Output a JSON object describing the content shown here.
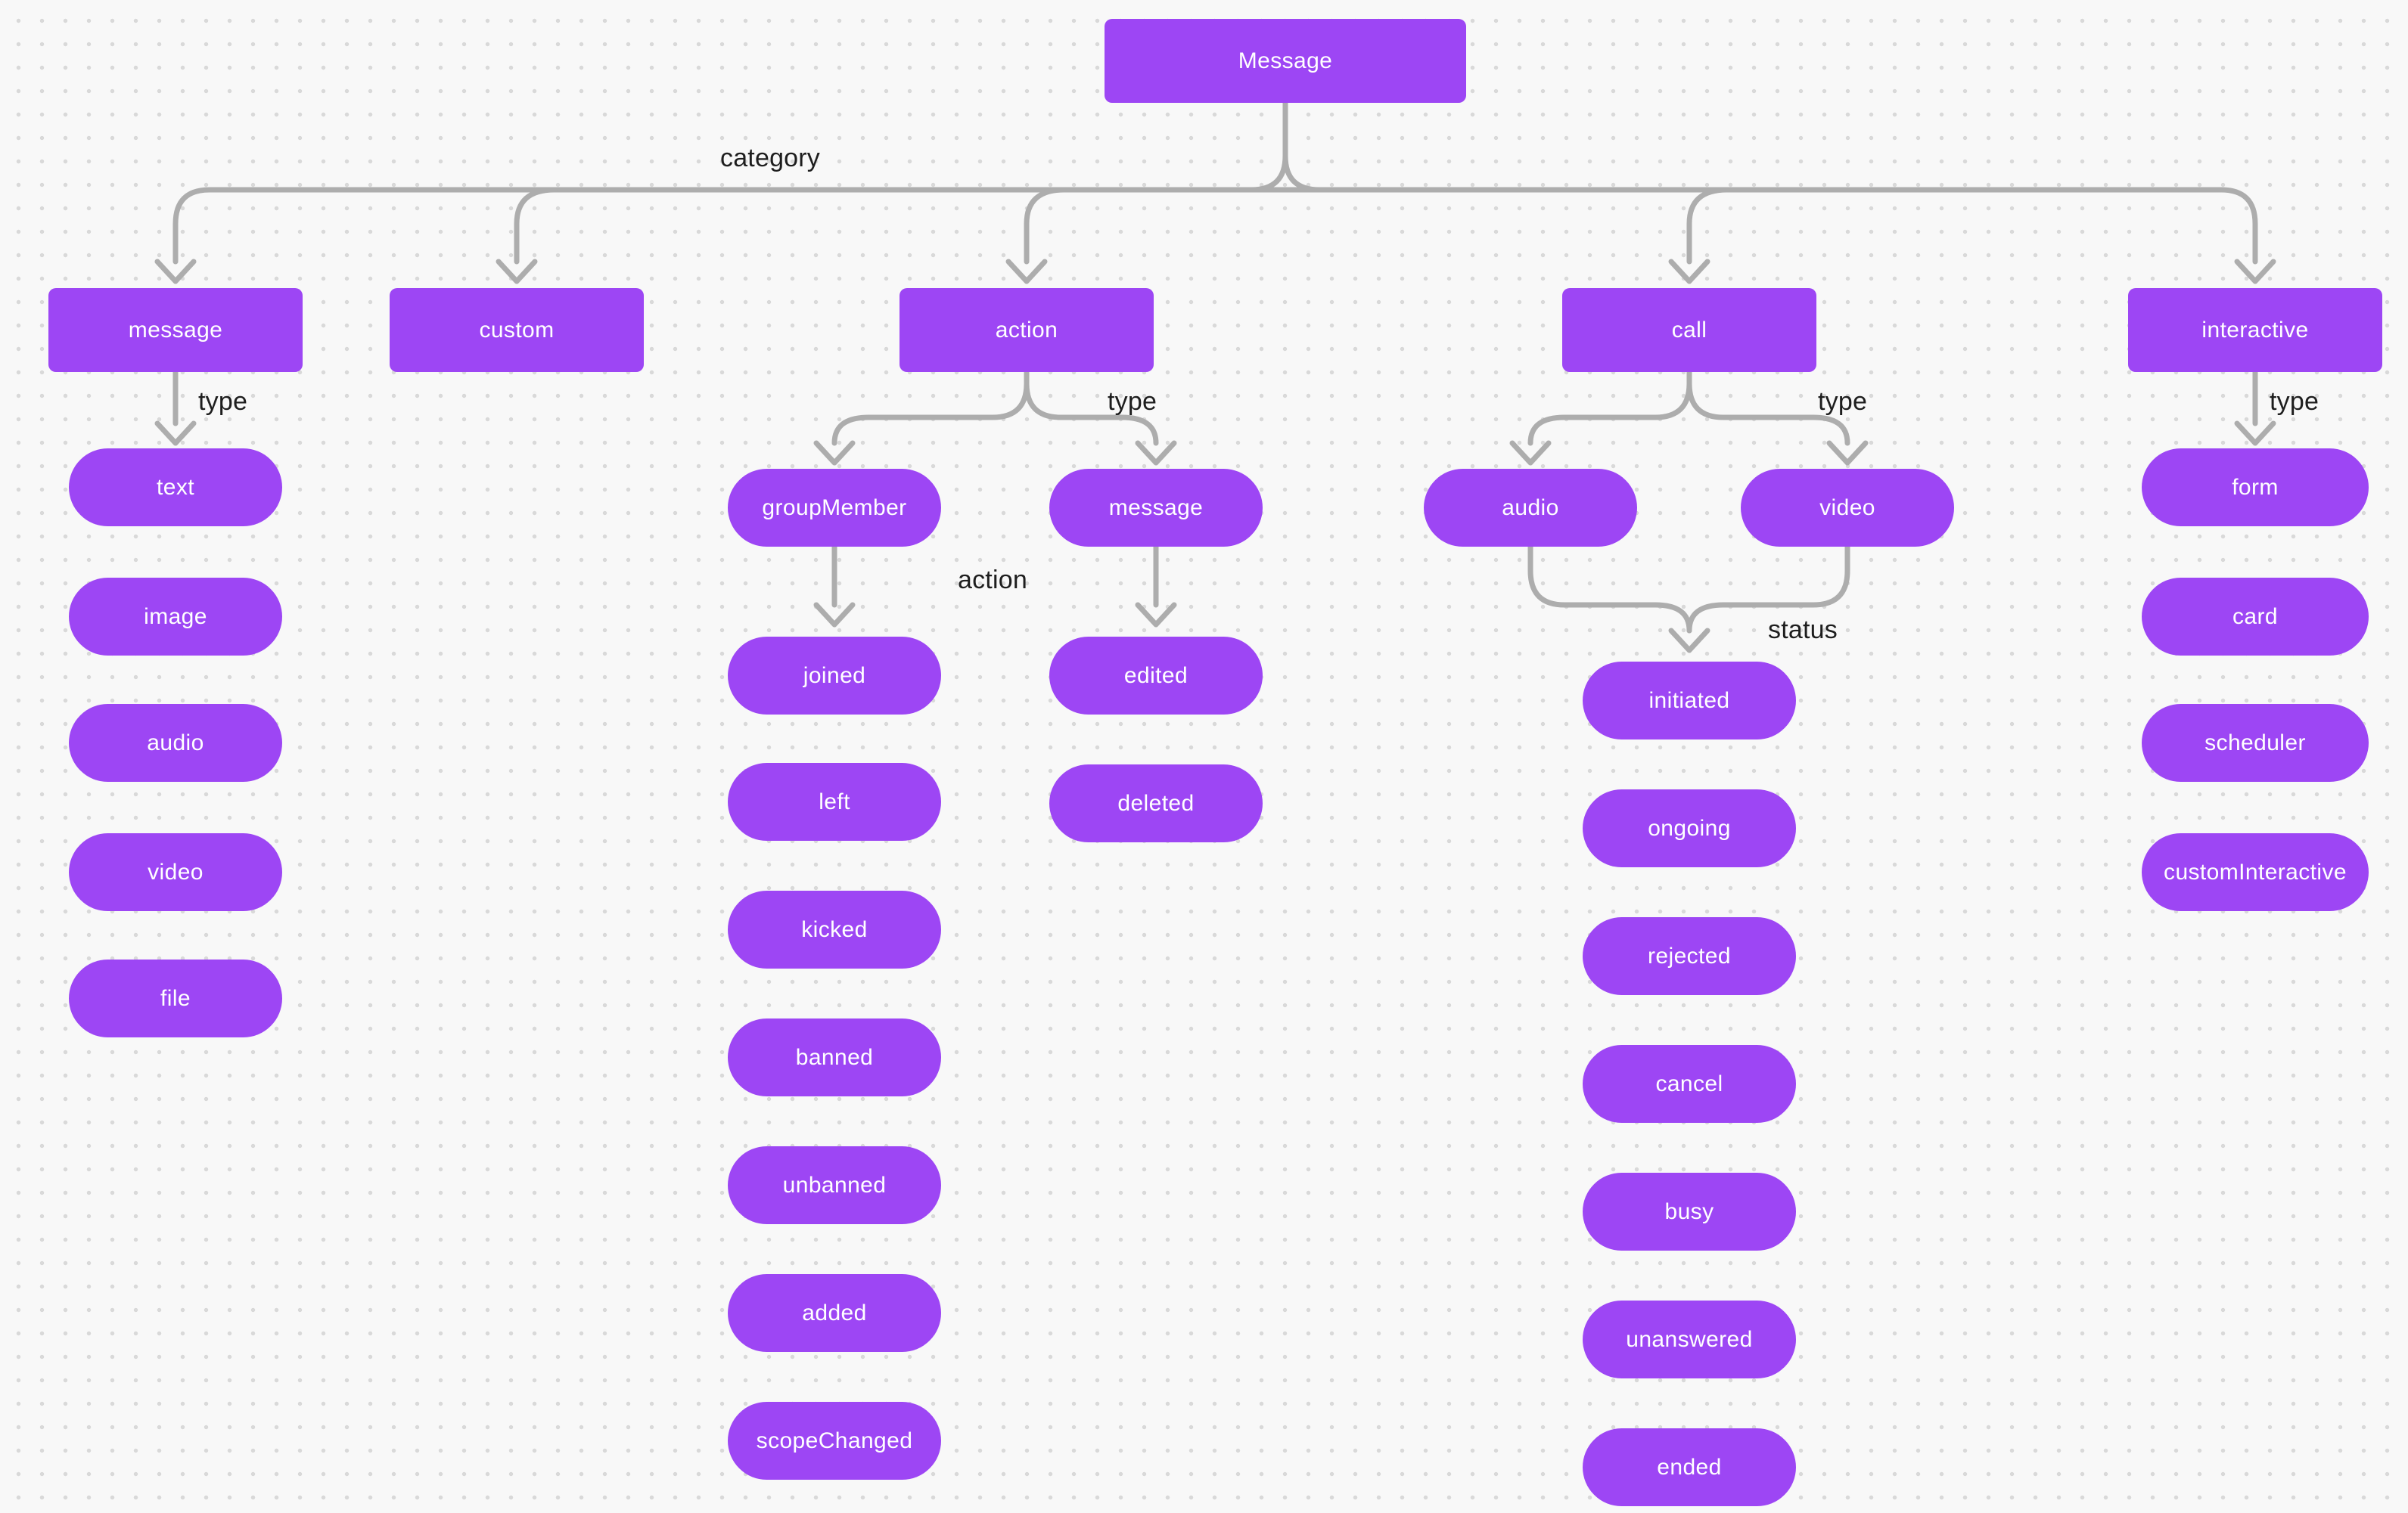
{
  "diagram": {
    "root": "Message",
    "edge_labels": {
      "category": "category",
      "type": "type",
      "action": "action",
      "status": "status"
    },
    "categories": [
      "message",
      "custom",
      "action",
      "call",
      "interactive"
    ],
    "message_types": [
      "text",
      "image",
      "audio",
      "video",
      "file"
    ],
    "action_types": [
      "groupMember",
      "message"
    ],
    "group_member_actions": [
      "joined",
      "left",
      "kicked",
      "banned",
      "unbanned",
      "added",
      "scopeChanged"
    ],
    "action_message_actions": [
      "edited",
      "deleted"
    ],
    "call_types": [
      "audio",
      "video"
    ],
    "call_statuses": [
      "initiated",
      "ongoing",
      "rejected",
      "cancel",
      "busy",
      "unanswered",
      "ended"
    ],
    "interactive_types": [
      "form",
      "card",
      "scheduler",
      "customInteractive"
    ],
    "colors": {
      "node_fill": "#9D46F4",
      "node_text": "#FFFFFF",
      "connector": "#ADADAD",
      "edge_label_text": "#1E1E1E",
      "background": "#F8F8F8",
      "grid_dot": "#D9D9D9"
    }
  }
}
